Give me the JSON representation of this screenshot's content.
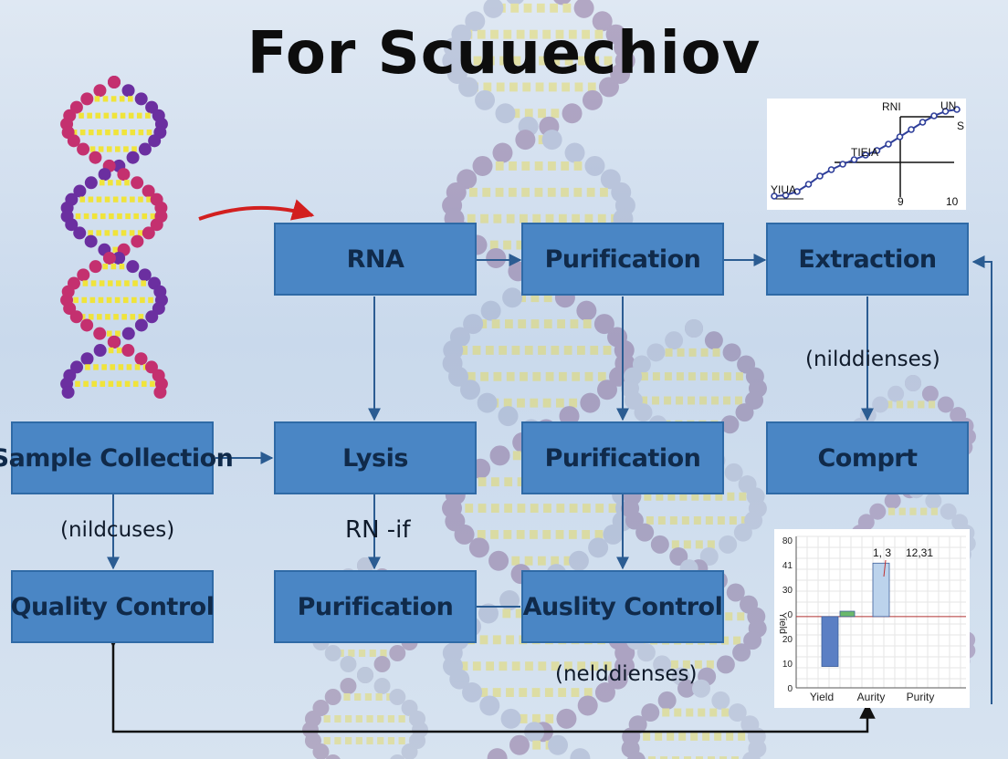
{
  "title": "For Scuuechiov",
  "colors": {
    "box_fill": "#4a86c5",
    "box_border": "#2f6aa6",
    "connector": "#2b5c92",
    "feedback_line": "#111111",
    "accent_arrow": "#d21f1f"
  },
  "boxes": {
    "rna": "RNA",
    "purification_top": "Purification",
    "extraction": "Extraction",
    "sample_collection": "Sample Collection",
    "lysis": "Lysis",
    "purification_mid": "Purification",
    "compr": "Comprt",
    "quality_control": "Quality Control",
    "purification_bottom": "Purification",
    "ausility_control": "Auslity Control"
  },
  "notes": {
    "extraction_note": "(nilddienses)",
    "sample_note": "(nildcuses)",
    "lysis_note": "RN -if",
    "bottom_note": "(nelddienses)"
  },
  "chart_data": [
    {
      "type": "line",
      "labels": [
        "RNI",
        "UN",
        "S",
        "TIEIA",
        "YIUA"
      ],
      "x_ticks": [
        "9",
        "10"
      ],
      "series": [
        {
          "values": [
            0.05,
            0.06,
            0.1,
            0.18,
            0.27,
            0.34,
            0.4,
            0.45,
            0.5,
            0.55,
            0.62,
            0.7,
            0.78,
            0.86,
            0.93,
            0.98,
            1.0
          ]
        }
      ]
    },
    {
      "type": "bar",
      "categories": [
        "Yield",
        "Aurity",
        "Purity"
      ],
      "y_ticks": [
        "80",
        "41",
        "30",
        "0",
        "20",
        "10",
        "0"
      ],
      "ylabel": "Yield",
      "annotations": [
        "1, 3",
        "12,31"
      ],
      "values": [
        -28,
        3,
        30
      ],
      "bar_colors": [
        "#5b7fc4",
        "#6bb96b",
        "#bcd3ec"
      ],
      "ylim": [
        -40,
        45
      ]
    }
  ]
}
